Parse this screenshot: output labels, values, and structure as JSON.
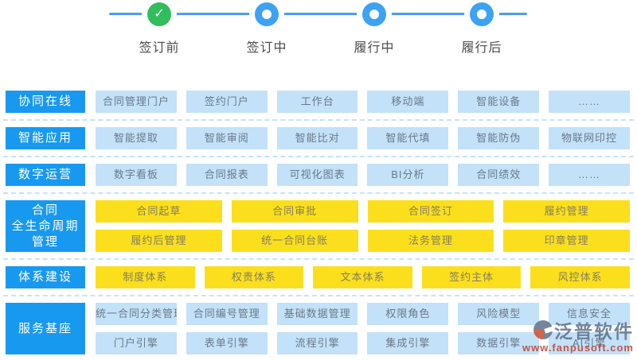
{
  "timeline": {
    "phases": [
      {
        "label": "签订前",
        "state": "done"
      },
      {
        "label": "签订中",
        "state": "pending"
      },
      {
        "label": "履行中",
        "state": "pending"
      },
      {
        "label": "履行后",
        "state": "pending"
      }
    ],
    "done_icon": "check-icon"
  },
  "sections": [
    {
      "category": "协同在线",
      "style": "blue",
      "rows": [
        [
          "合同管理门户",
          "签约门户",
          "工作台",
          "移动端",
          "智能设备",
          "……"
        ]
      ]
    },
    {
      "category": "智能应用",
      "style": "blue",
      "rows": [
        [
          "智能提取",
          "智能审阅",
          "智能比对",
          "智能代填",
          "智能防伪",
          "物联网印控"
        ]
      ]
    },
    {
      "category": "数字运营",
      "style": "blue",
      "rows": [
        [
          "数字看板",
          "合同报表",
          "可视化图表",
          "BI分析",
          "合同绩效",
          "……"
        ]
      ]
    },
    {
      "category": [
        "合同",
        "全生命周期",
        "管理"
      ],
      "style": "yellow",
      "rows": [
        [
          "合同起草",
          "合同审批",
          "合同签订",
          "履约管理"
        ],
        [
          "履约后管理",
          "统一合同台账",
          "法务管理",
          "印章管理"
        ]
      ]
    },
    {
      "category": "体系建设",
      "style": "yellow",
      "rows": [
        [
          "制度体系",
          "权责体系",
          "文本体系",
          "签约主体",
          "风控体系"
        ]
      ]
    },
    {
      "category": "服务基座",
      "style": "blue",
      "rows": [
        [
          "统一合同分类管理",
          "合同编号管理",
          "基础数据管理",
          "权限角色",
          "风险模型",
          "信息安全"
        ],
        [
          "门户引擎",
          "表单引擎",
          "流程引擎",
          "集成引擎",
          "数据引擎",
          "AI引擎"
        ]
      ]
    }
  ],
  "watermark": {
    "brand": "泛普软件",
    "url": "www.fanpusoft.com"
  },
  "colors": {
    "accent_blue": "#1899f0",
    "timeline_blue": "#3ea2f3",
    "done_green": "#32bd5d",
    "light_blue_bg": "#c3e1f8",
    "light_blue_text": "#68798b",
    "yellow_bg": "#fbdf1d",
    "yellow_text": "#847e5c",
    "dashed_line": "#c6e3f7",
    "phase_label": "#4c4c4c",
    "wm_brand": "#5d7089",
    "wm_url": "#c43b2a"
  }
}
